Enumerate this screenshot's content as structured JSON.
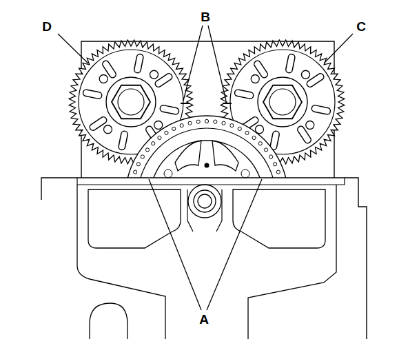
{
  "diagram": {
    "labels": [
      "D",
      "B",
      "C",
      "A"
    ]
  }
}
